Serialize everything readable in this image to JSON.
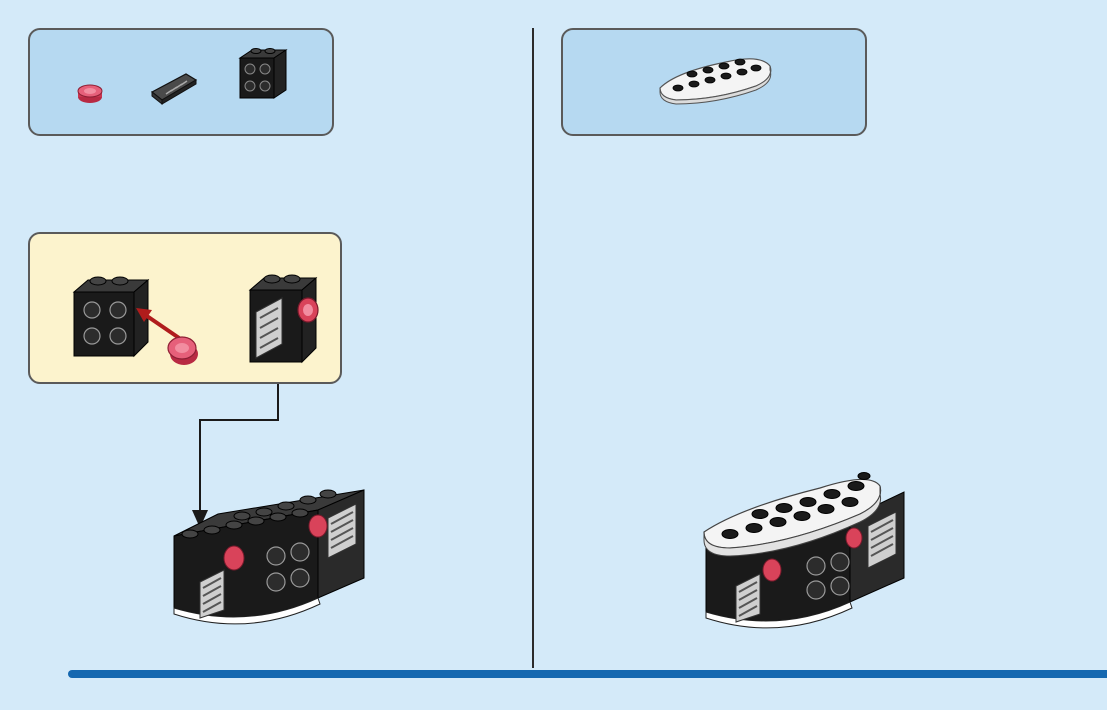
{
  "page": {
    "background": "#d4eaf9",
    "accent_bar_color": "#1568b0",
    "page_numbers": []
  },
  "left_step": {
    "parts_list": [
      "red-round-plate-1x1",
      "dark-gray-slope-tile",
      "black-brick-with-studs-on-side"
    ],
    "sub_build": [
      "black-brick-with-studs-on-side",
      "red-round-plate-1x1",
      "assembled-side-module"
    ],
    "result": "assembled-dashboard-base"
  },
  "right_step": {
    "parts_list": [
      "white-curved-plate-2x6"
    ],
    "result": "dashboard-with-white-top"
  },
  "colors": {
    "part_panel": "#b6d9f1",
    "sub_panel": "#fcf3cd",
    "brick_black": "#1c1c1c",
    "trans_red": "#d9435a",
    "arrow_red": "#b01c1c",
    "white_plate": "#f4f4f4"
  }
}
